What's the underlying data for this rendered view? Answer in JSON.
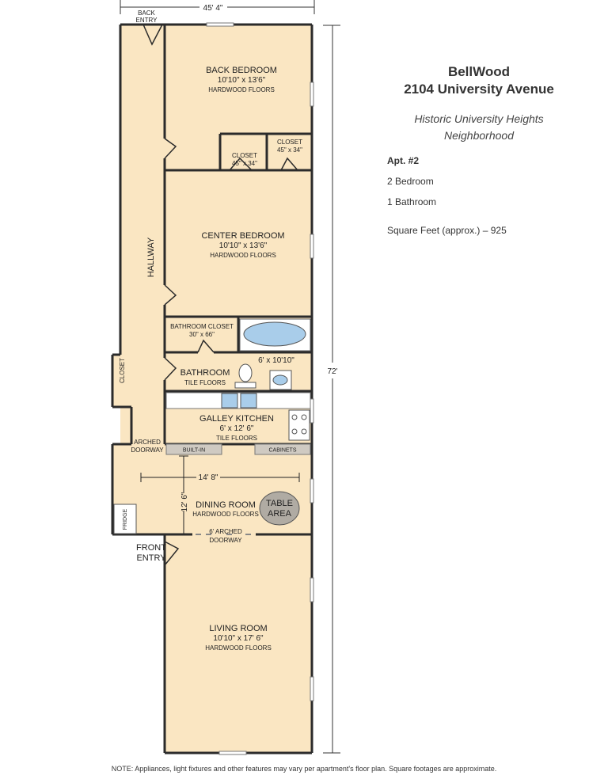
{
  "header": {
    "name": "BellWood",
    "address": "2104 University Avenue",
    "neighborhood_line1": "Historic University Heights",
    "neighborhood_line2": "Neighborhood"
  },
  "unit": {
    "apt": "Apt. #2",
    "bedrooms": "2 Bedroom",
    "bathrooms": "1 Bathroom",
    "square_feet": "Square Feet (approx.) – 925"
  },
  "dimensions": {
    "overall_width": "45' 4\"",
    "overall_length": "72'",
    "dining_width": "14' 8\"",
    "dining_length": "12' 6\""
  },
  "rooms": {
    "back_bedroom": {
      "name": "BACK BEDROOM",
      "size": "10'10\" x 13'6\"",
      "floor": "HARDWOOD FLOORS"
    },
    "center_bedroom": {
      "name": "CENTER BEDROOM",
      "size": "10'10\" x 13'6\"",
      "floor": "HARDWOOD FLOORS"
    },
    "bathroom": {
      "name": "BATHROOM",
      "size": "6' x 10'10\"",
      "floor": "TILE FLOORS"
    },
    "galley_kitchen": {
      "name": "GALLEY KITCHEN",
      "size": "6' x 12' 6\"",
      "floor": "TILE FLOORS"
    },
    "dining_room": {
      "name": "DINING ROOM",
      "floor": "HARDWOOD FLOORS"
    },
    "living_room": {
      "name": "LIVING ROOM",
      "size": "10'10\" x 17' 6\"",
      "floor": "HARDWOOD FLOORS"
    }
  },
  "closets": {
    "closet_a": {
      "name": "CLOSET",
      "size": "45\" x 34\""
    },
    "closet_b": {
      "name": "CLOSET",
      "size": "45\" x 34\""
    },
    "bathroom_closet": {
      "name": "BATHROOM CLOSET",
      "size": "30\" x 66\""
    },
    "hall_closet": "CLOSET"
  },
  "features": {
    "hallway": "HALLWAY",
    "back_entry_1": "BACK",
    "back_entry_2": "ENTRY",
    "front_entry_1": "FRONT",
    "front_entry_2": "ENTRY",
    "arched_doorway_1": "ARCHED",
    "arched_doorway_2": "DOORWAY",
    "dining_arch_1": "6' ARCHED",
    "dining_arch_2": "DOORWAY",
    "built_in": "BUILT-IN",
    "cabinets": "CABINETS",
    "table_1": "TABLE",
    "table_2": "AREA",
    "fridge": "FRIDGE"
  },
  "note": "NOTE: Appliances, light fixtures and other features may vary per apartment's floor plan. Square footages are approximate.",
  "colors": {
    "floor": "#fae6c2",
    "wall": "#2b2b2b",
    "fixture": "#a9cdea",
    "table": "#b0aba3",
    "cabinet": "#cfcac2"
  }
}
